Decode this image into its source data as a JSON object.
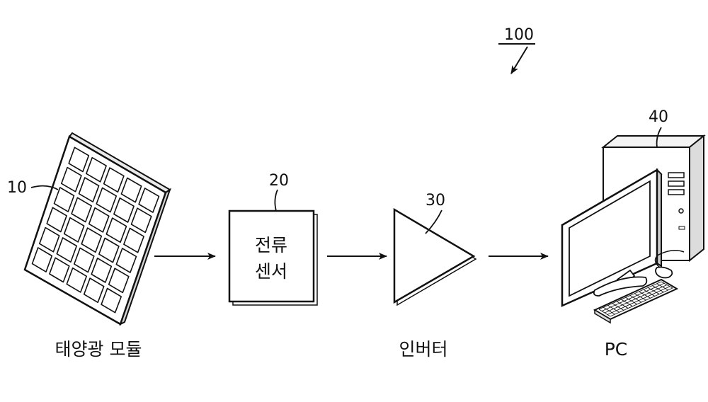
{
  "figure": {
    "system_ref": "100",
    "solar_module": {
      "ref": "10",
      "caption": "태양광 모듈"
    },
    "current_sensor": {
      "ref": "20",
      "text_line1": "전류",
      "text_line2": "센서"
    },
    "inverter": {
      "ref": "30",
      "caption": "인버터"
    },
    "pc": {
      "ref": "40",
      "caption": "PC"
    }
  }
}
